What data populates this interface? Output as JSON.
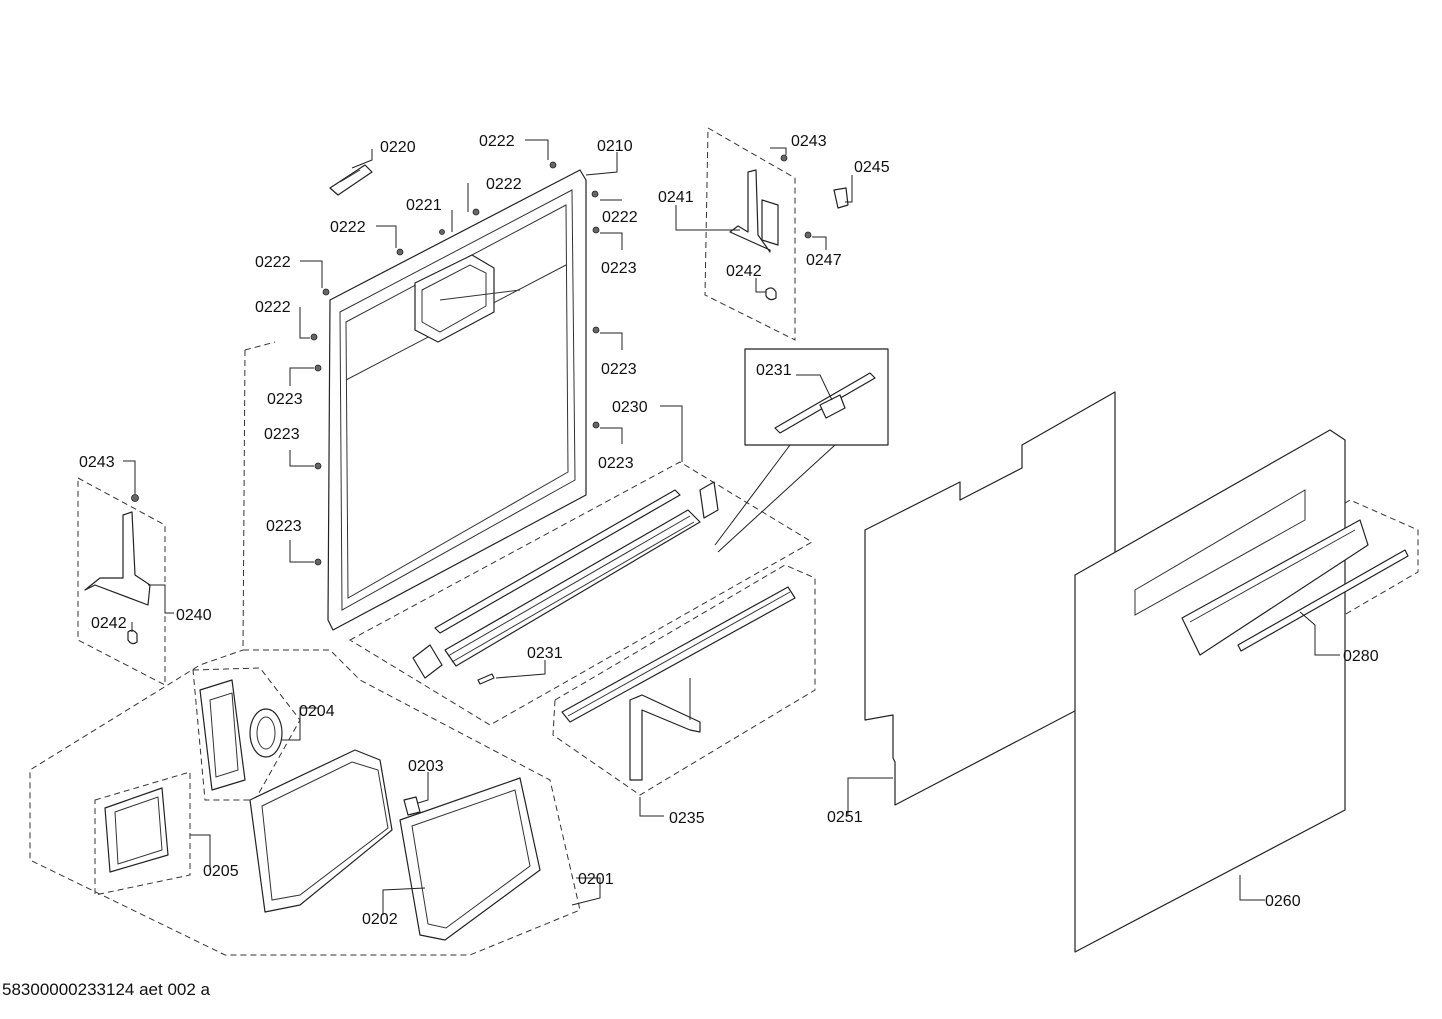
{
  "diagram": {
    "labels": [
      "0220",
      "0222",
      "0210",
      "0222",
      "0221",
      "0222",
      "0222",
      "0222",
      "0223",
      "0222",
      "0223",
      "0223",
      "0223",
      "0223",
      "0230",
      "0223",
      "0243",
      "0245",
      "0241",
      "0247",
      "0242",
      "0231",
      "0243",
      "0240",
      "0242",
      "0231",
      "0204",
      "0203",
      "0205",
      "0201",
      "0202",
      "0235",
      "0251",
      "0280",
      "0260"
    ]
  },
  "footer": {
    "drawing_id": "58300000233124 aet 002 a"
  }
}
